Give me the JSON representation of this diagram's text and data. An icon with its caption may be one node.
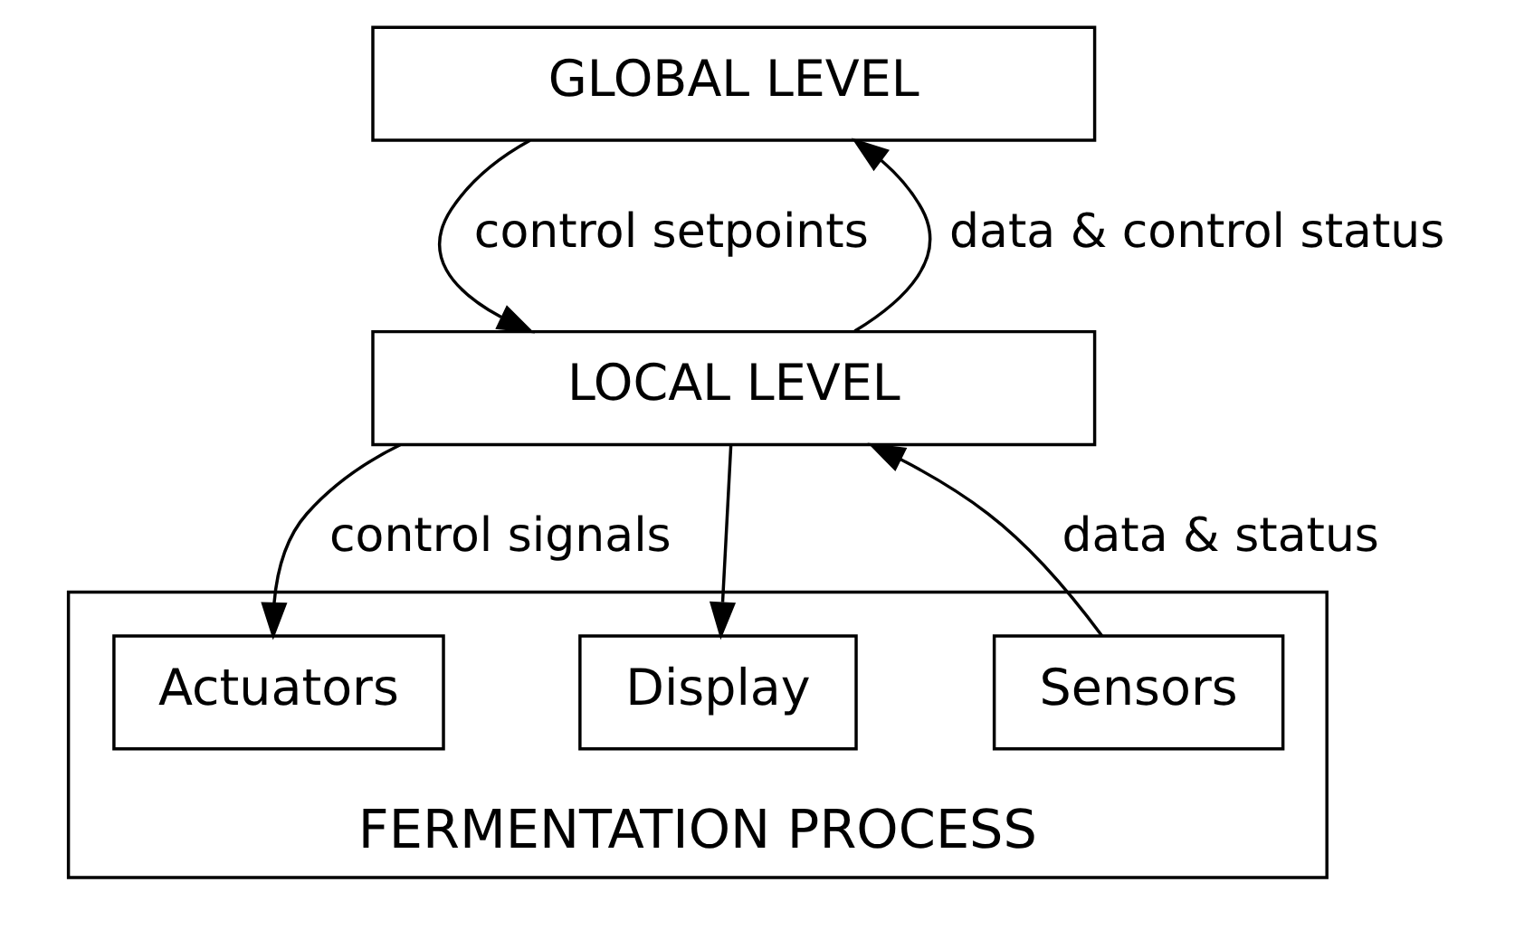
{
  "diagram": {
    "nodes": [
      {
        "text": [
          "GLOBAL LEVEL"
        ]
      },
      {
        "text": [
          "LOCAL LEVEL"
        ]
      },
      {
        "text": [
          "FERMENTATION PROCESS"
        ]
      },
      {
        "text": [
          "Actuators"
        ],
        "in": 2
      },
      {
        "text": [
          "Display"
        ],
        "in": 2
      },
      {
        "text": [
          "Sensors"
        ],
        "in": 2
      }
    ],
    "edges": [
      {
        "from": 1,
        "to": 0,
        "arrow": "to",
        "label": "data & control status"
      },
      {
        "from": 0,
        "to": 1,
        "arrow": "to",
        "label": "control setpoints"
      },
      {
        "from": 1,
        "to": 3,
        "arrow": "to",
        "label": "control signals"
      },
      {
        "from": 1,
        "to": 4,
        "arrow": "to"
      },
      {
        "from": 5,
        "to": 1,
        "arrow": "to",
        "label": "data & status"
      }
    ]
  }
}
